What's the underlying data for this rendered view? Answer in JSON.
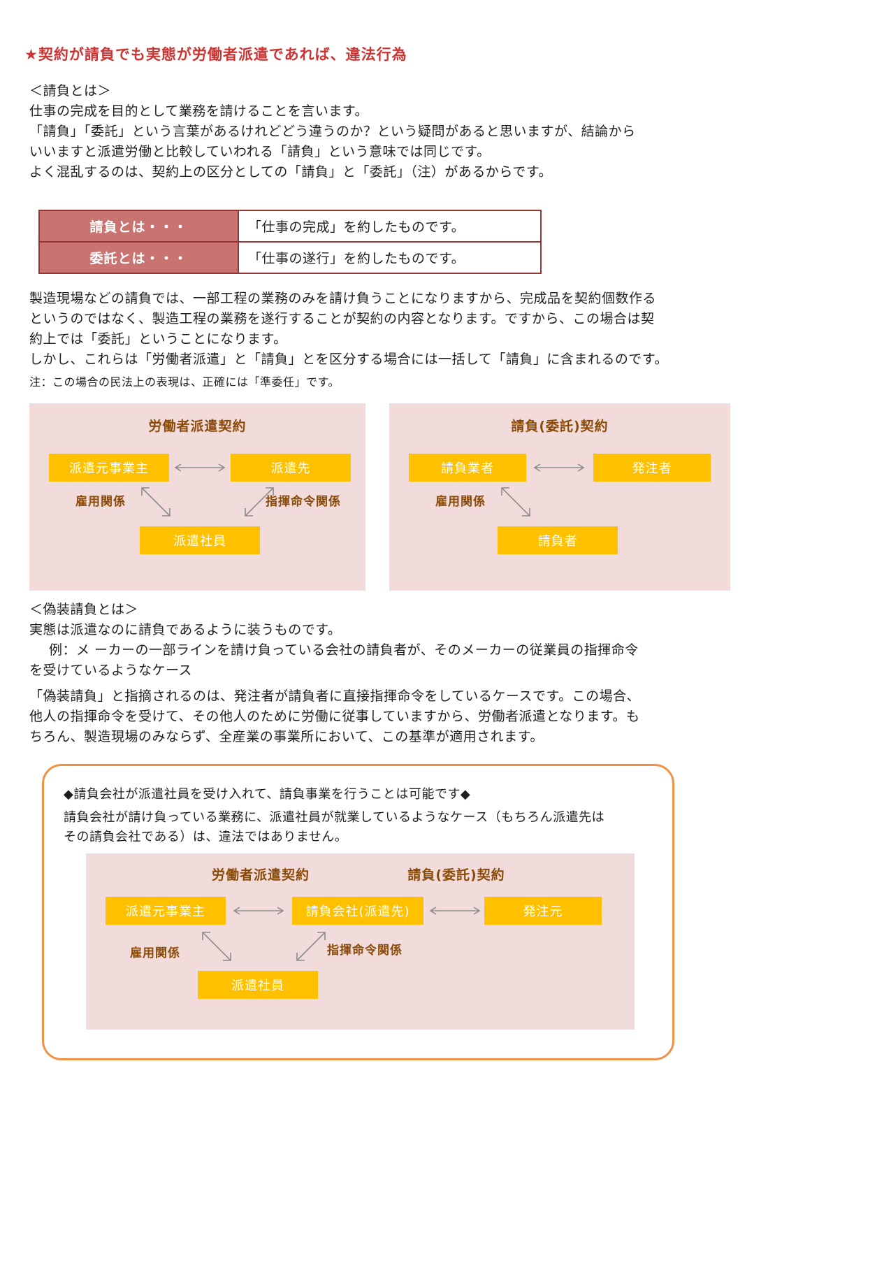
{
  "title": "★契約が請負でも実態が労働者派遣であれば、違法行為",
  "intro": {
    "heading": "＜請負とは＞",
    "line1": "仕事の完成を目的として業務を請けることを言います。",
    "line2": "「請負」「委託」という言葉があるけれどどう違うのか？という疑問があると思いますが、結論から",
    "line3": "いいますと派遣労働と比較していわれる「請負」という意味では同じです。",
    "line4": "よく混乱するのは、契約上の区分としての「請負」と「委託」（注）があるからです。"
  },
  "definition_table": {
    "rows": [
      {
        "term": "請負とは・・・",
        "desc": "「仕事の完成」を約したものです。"
      },
      {
        "term": "委託とは・・・",
        "desc": "「仕事の遂行」を約したものです。"
      }
    ]
  },
  "body2": {
    "line1": "製造現場などの請負では、一部工程の業務のみを請け負うことになりますから、完成品を契約個数作る",
    "line2": "というのではなく、製造工程の業務を遂行することが契約の内容となります。ですから、この場合は契",
    "line3": "約上では「委託」ということになります。",
    "line4": "しかし、これらは「労働者派遣」と「請負」とを区分する場合には一括して「請負」に含まれるのです。",
    "note": "注：この場合の民法上の表現は、正確には「準委任」です。"
  },
  "dispatch_diagram": {
    "title": "労働者派遣契約",
    "box_agency": "派遣元事業主",
    "box_client": "派遣先",
    "label_employment": "雇用関係",
    "label_command": "指揮命令関係",
    "box_worker": "派遣社員"
  },
  "contract_diagram": {
    "title": "請負(委託)契約",
    "box_contractor": "請負業者",
    "box_orderer": "発注者",
    "label_employment": "雇用関係",
    "box_worker": "請負者"
  },
  "disguise": {
    "heading": "＜偽装請負とは＞",
    "line1": "実態は派遣なのに請負であるように装うものです。",
    "line2": "例：メ ーカーの一部ラインを請け負っている会社の請負者が、そのメーカーの従業員の指揮命令",
    "line3": "を受けているようなケース"
  },
  "body3": {
    "line1": "「偽装請負」と指摘されるのは、発注者が請負者に直接指揮命令をしているケースです。この場合、",
    "line2": "他人の指揮命令を受けて、その他人のために労働に従事していますから、労働者派遣となります。も",
    "line3": "ちろん、製造現場のみならず、全産業の事業所において、この基準が適用されます。"
  },
  "callout": {
    "title": "◆請負会社が派遣社員を受け入れて、請負事業を行うことは可能です◆",
    "line1": "請負会社が請け負っている業務に、派遣社員が就業しているようなケース（もちろん派遣先は",
    "line2": "その請負会社である）は、違法ではありません。",
    "diagram": {
      "title_dispatch": "労働者派遣契約",
      "title_contract": "請負(委託)契約",
      "box_agency": "派遣元事業主",
      "box_company": "請負会社(派遣先)",
      "box_orderer": "発注元",
      "label_employment": "雇用関係",
      "label_command": "指揮命令関係",
      "box_worker": "派遣社員"
    }
  },
  "colors": {
    "title_red": "#cc3333",
    "table_term_bg": "#c97471",
    "table_border": "#953735",
    "panel_pink": "#f2dcdb",
    "box_amber": "#ffc000",
    "label_brown": "#8a4a08",
    "callout_border": "#f09246",
    "arrow_gray": "#8c8c8c"
  }
}
